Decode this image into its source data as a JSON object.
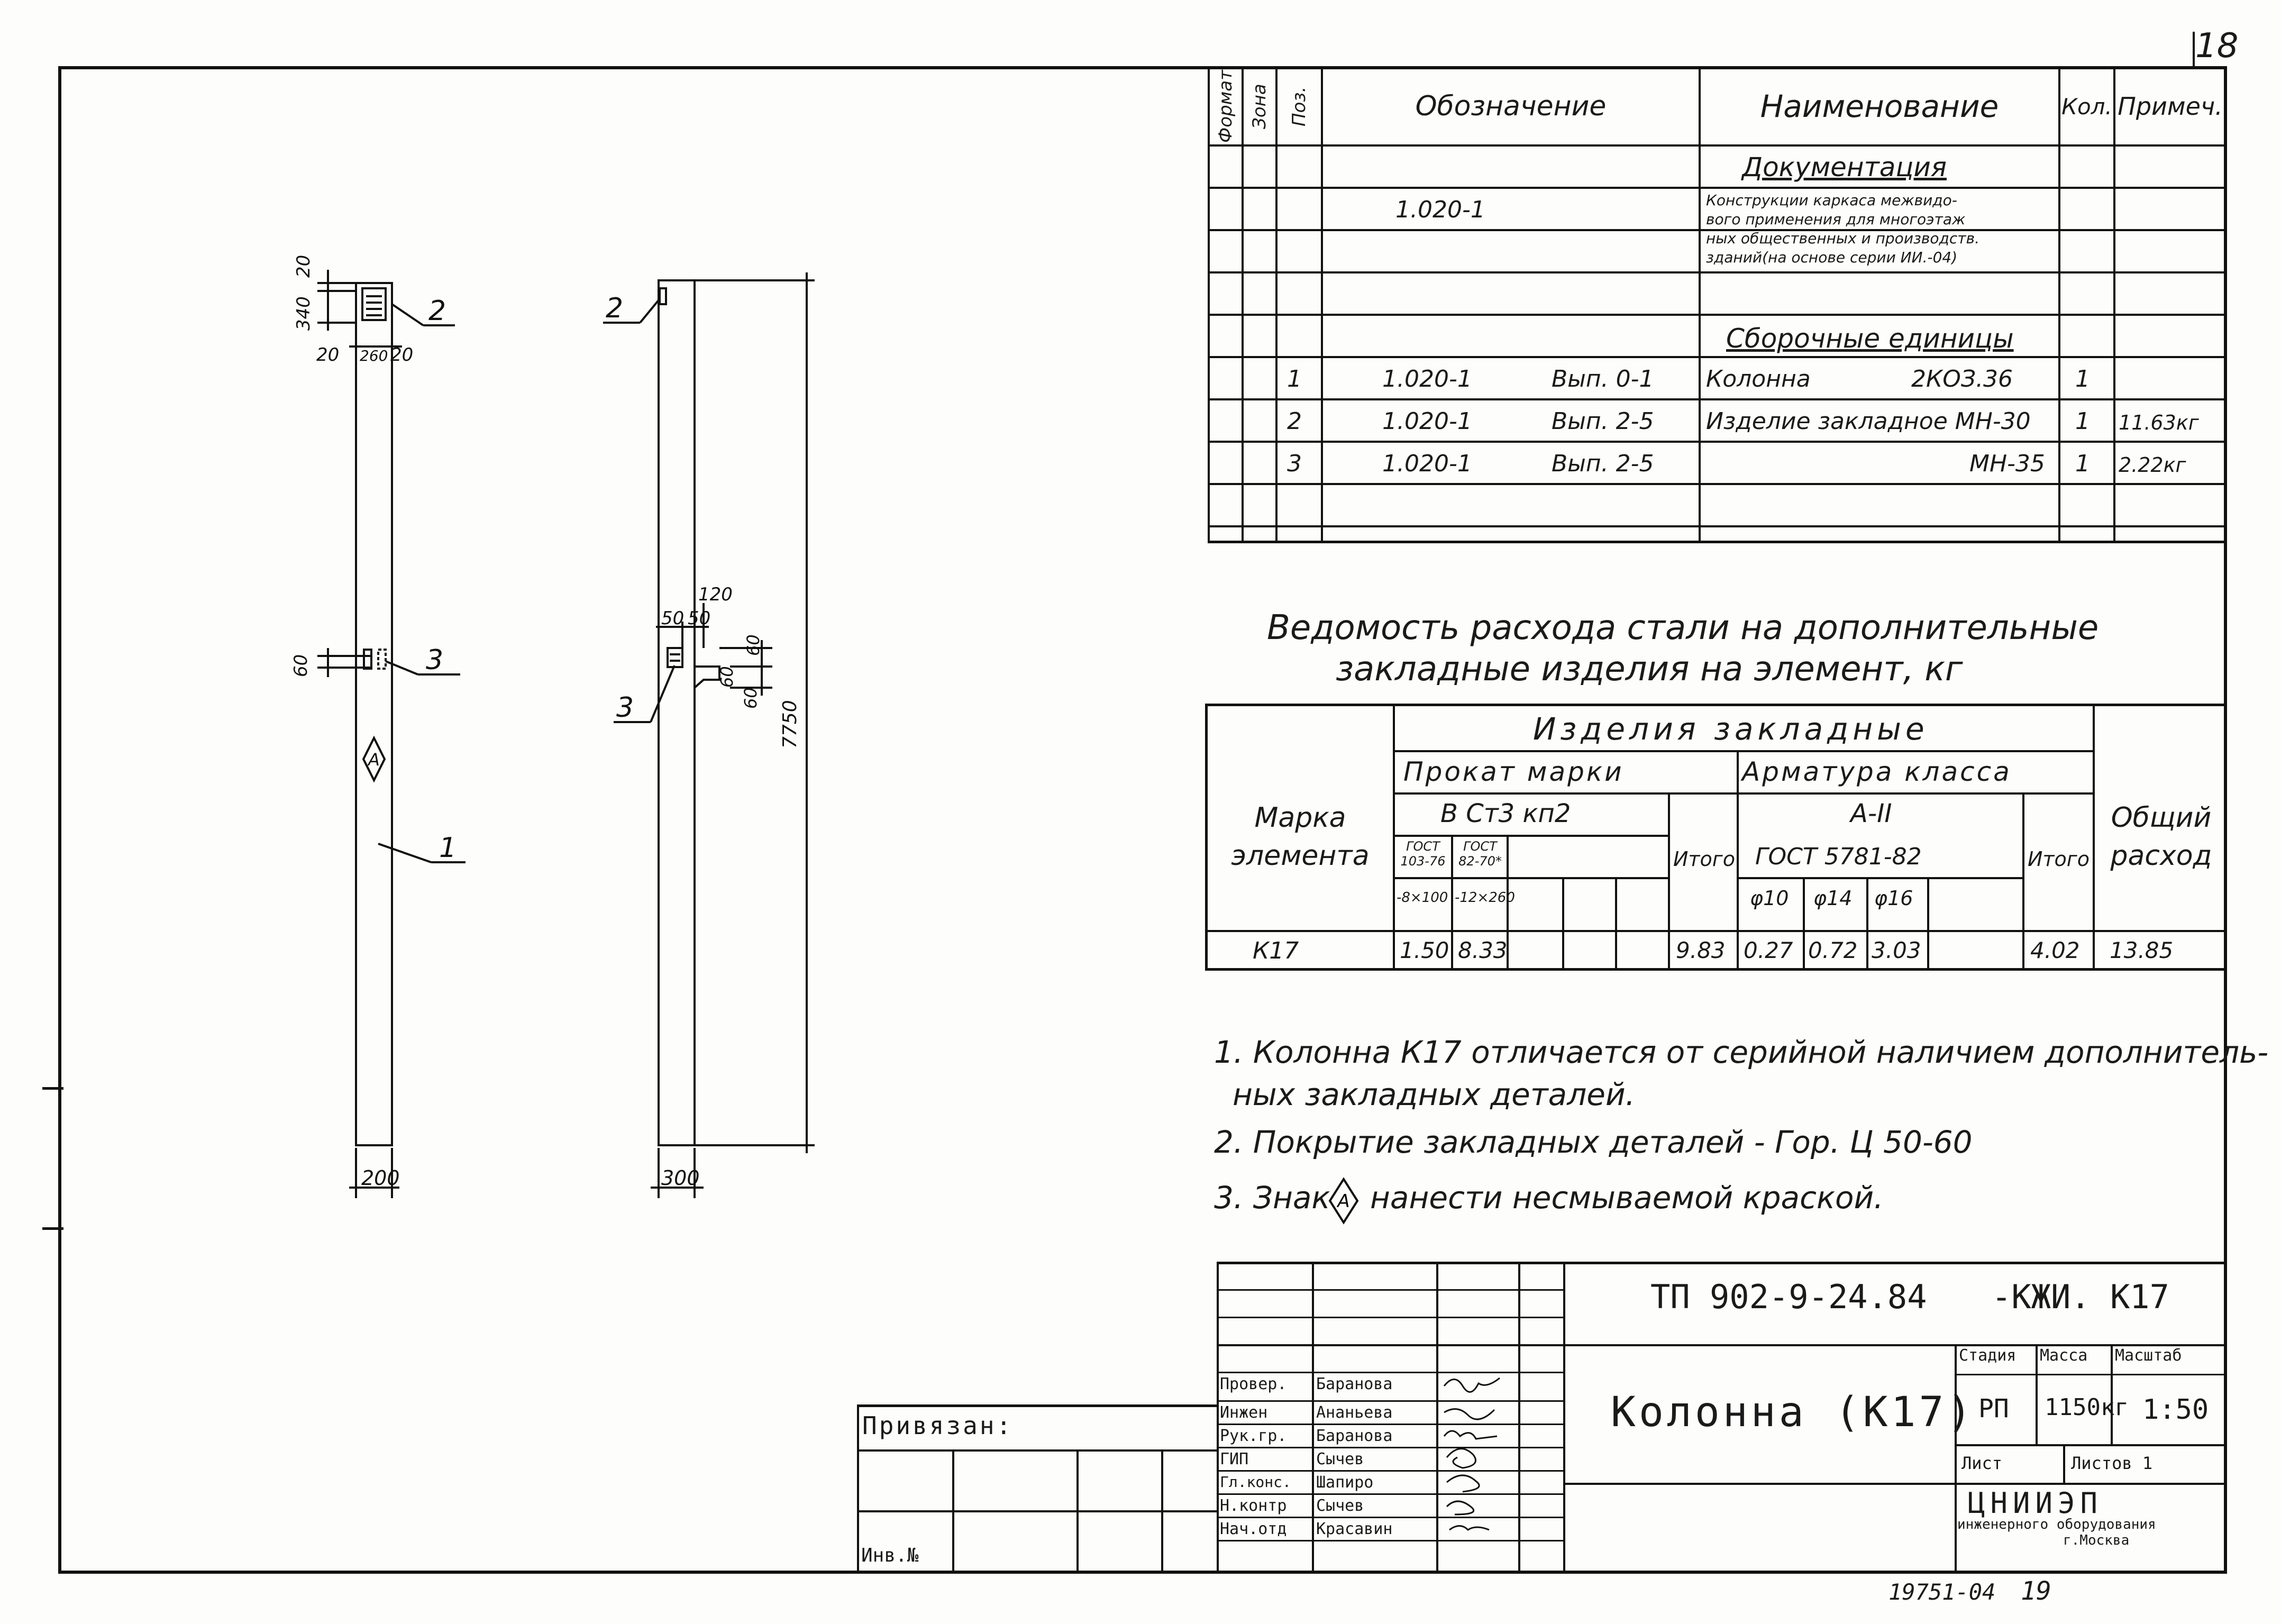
{
  "sheet_number": "18",
  "spec": {
    "headers": {
      "format": "Формат",
      "zone": "Зона",
      "pos": "Поз.",
      "designation": "Обозначение",
      "name": "Наименование",
      "qty": "Кол.",
      "note": "Примеч."
    },
    "section_docs": "Документация",
    "doc_designation": "1.020-1",
    "doc_name_lines": [
      "Конструкции каркаса межвидо-",
      "вого применения для многоэтаж",
      "ных общественных и производств.",
      "зданий(на основе серии ИИ.-04)"
    ],
    "section_units": "Сборочные единицы",
    "rows": [
      {
        "pos": "1",
        "designation": "1.020-1",
        "issue": "Вып. 0-1",
        "name": "Колонна",
        "mark": "2КОЗ.36",
        "qty": "1",
        "note": ""
      },
      {
        "pos": "2",
        "designation": "1.020-1",
        "issue": "Вып. 2-5",
        "name": "Изделие закладное МН-30",
        "mark": "",
        "qty": "1",
        "note": "11.63кг"
      },
      {
        "pos": "3",
        "designation": "1.020-1",
        "issue": "Вып. 2-5",
        "name": "",
        "mark": "МН-35",
        "qty": "1",
        "note": "2.22кг"
      }
    ]
  },
  "steel": {
    "title_line1": "Ведомость расхода стали на дополнительные",
    "title_line2": "закладные изделия на элемент, кг",
    "h_items": "Изделия закладные",
    "h_rolled": "Прокат марки",
    "h_rebar": "Арматура класса",
    "h_mark": "Марка элемента",
    "h_total": "Общий расход",
    "h_steel": "В Ст3 кп2",
    "h_class": "А-II",
    "h_itogo": "Итого",
    "h_gost1": "ГОСТ 103-76",
    "h_gost2": "ГОСТ 82-70*",
    "h_gost_rebar": "ГОСТ 5781-82",
    "h_size1": "-8×100",
    "h_size2": "-12×260",
    "h_d10": "φ10",
    "h_d14": "φ14",
    "h_d16": "φ16",
    "row": {
      "mark": "К17",
      "v1": "1.50",
      "v2": "8.33",
      "sub1": "9.83",
      "r10": "0.27",
      "r14": "0.72",
      "r16": "3.03",
      "sub2": "4.02",
      "total": "13.85"
    }
  },
  "notes": [
    "1. Колонна К17 отличается от серийной наличием дополнитель-",
    "ных закладных деталей.",
    "2. Покрытие закладных деталей - Гор. Ц 50-60",
    "3. Знак",
    "нанести несмываемой краской."
  ],
  "drawing": {
    "dims_left": {
      "top1": "20",
      "top2": "340",
      "w_l": "20",
      "w_m": "260",
      "w_r": "20",
      "mid": "60",
      "bottom": "200",
      "sign": "А"
    },
    "dims_right": {
      "a": "120",
      "b": "50",
      "c": "50",
      "d": "60",
      "e": "60",
      "f": "60",
      "height": "7750",
      "bottom": "300"
    },
    "callouts": [
      "1",
      "2",
      "3",
      "2",
      "3"
    ]
  },
  "title_block": {
    "code": "ТП 902-9-24.84",
    "suffix": "-КЖИ. К17",
    "title": "Колонна (К17)",
    "stage_label": "Стадия",
    "mass_label": "Масса",
    "scale_label": "Масштаб",
    "stage": "РП",
    "mass": "1150кг",
    "scale": "1:50",
    "sheet_label": "Лист",
    "sheets_label": "Листов 1",
    "org1": "ЦНИИЭП",
    "org2": "инженерного оборудования",
    "org3": "г.Москва",
    "privyazan": "Привязан:",
    "inv": "Инв.№",
    "staff": [
      {
        "role": "Провер.",
        "name": "Баранова"
      },
      {
        "role": "Инжен",
        "name": "Ананьева"
      },
      {
        "role": "Рук.гр.",
        "name": "Баранова"
      },
      {
        "role": "ГИП",
        "name": "Сычев"
      },
      {
        "role": "Гл.конс.",
        "name": "Шапиро"
      },
      {
        "role": "Н.контр",
        "name": "Сычев"
      },
      {
        "role": "Нач.отд",
        "name": "Красавин"
      }
    ],
    "archive_no": "19751-04",
    "page": "19"
  }
}
